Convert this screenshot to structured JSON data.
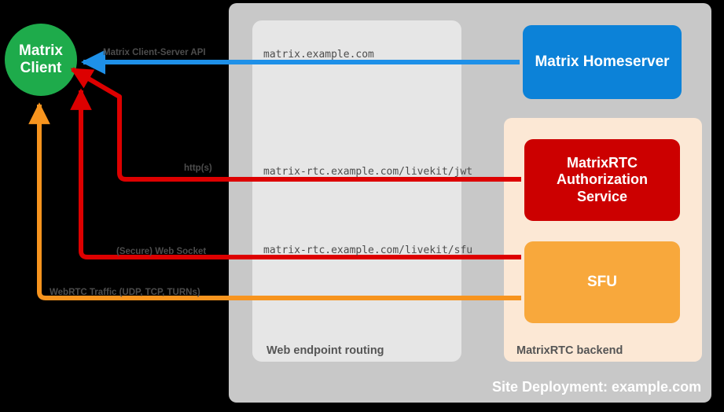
{
  "diagram": {
    "title": "Site Deployment: example.com",
    "colors": {
      "background": "#000000",
      "site_container": "#c8c8c8",
      "web_routing_zone": "#e6e6e6",
      "matrixrtc_zone": "#fce8d5",
      "matrix_client": "#1eab4b",
      "homeserver": "#0c82d8",
      "auth_service": "#cc0000",
      "sfu": "#f8a83c",
      "http_edge": "#dd0000",
      "websocket_edge": "#dd0000",
      "webrtc_edge": "#f7941e",
      "csapi_edge": "#1e90e8",
      "label_text": "#4d4d4d",
      "zone_text": "#555555"
    },
    "nodes": [
      {
        "id": "matrix-client",
        "label": "Matrix\nClient",
        "shape": "circle",
        "color": "#1eab4b"
      },
      {
        "id": "matrix-homeserver",
        "label": "Matrix Homeserver",
        "shape": "rounded-rect",
        "color": "#0c82d8"
      },
      {
        "id": "matrixrtc-authorization-service",
        "label": "MatrixRTC\nAuthorization\nService",
        "shape": "rounded-rect",
        "color": "#cc0000"
      },
      {
        "id": "sfu",
        "label": "SFU",
        "shape": "rounded-rect",
        "color": "#f8a83c"
      }
    ],
    "zones": [
      {
        "id": "site-deployment",
        "label": "Site Deployment: example.com",
        "color": "#c8c8c8"
      },
      {
        "id": "web-endpoint-routing",
        "label": "Web endpoint routing",
        "color": "#e6e6e6"
      },
      {
        "id": "matrixrtc-backend",
        "label": "MatrixRTC backend",
        "color": "#fce8d5"
      }
    ],
    "endpoints": [
      {
        "id": "endpoint-matrix",
        "text": "matrix.example.com"
      },
      {
        "id": "endpoint-livekit-jwt",
        "text": "matrix-rtc.example.com/livekit/jwt"
      },
      {
        "id": "endpoint-livekit-sfu",
        "text": "matrix-rtc.example.com/livekit/sfu"
      }
    ],
    "edges": [
      {
        "id": "edge-cs-api",
        "label": "Matrix Client-Server API",
        "color": "#1e90e8",
        "from": "matrix-homeserver",
        "to": "matrix-client"
      },
      {
        "id": "edge-https",
        "label": "http(s)",
        "color": "#dd0000",
        "from": "matrixrtc-authorization-service",
        "to": "matrix-client"
      },
      {
        "id": "edge-websocket",
        "label": "(Secure) Web Socket",
        "color": "#dd0000",
        "from": "sfu",
        "to": "matrix-client"
      },
      {
        "id": "edge-webrtc",
        "label": "WebRTC Traffic (UDP, TCP, TURNs)",
        "color": "#f7941e",
        "from": "sfu",
        "to": "matrix-client"
      }
    ]
  }
}
